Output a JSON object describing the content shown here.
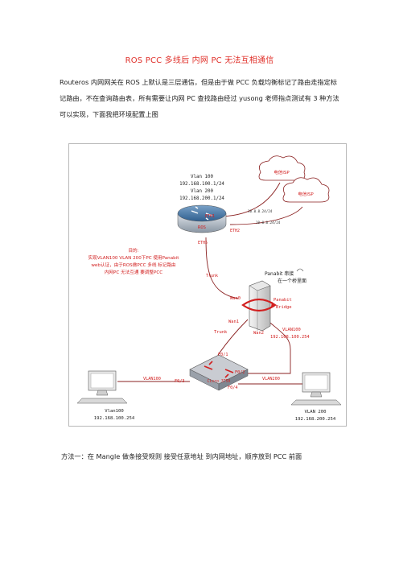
{
  "title": "ROS PCC 多线后 内网 PC 无法互相通信",
  "intro_lines": [
    "Routeros 内网网关在 ROS 上默认是三层通信，但是由于做 PCC 负载均衡标记了路由走指定标",
    "记路由，不在查询路由表，所有需要让内网 PC 查找路由经过 yusong 老师指点测试有 3 种方法",
    "可以实现，下面我把环境配置上图"
  ],
  "diagram": {
    "ros": {
      "vlan_lines": [
        "Vlan 100",
        "192.168.100.1/24",
        "Vlan 200",
        "192.168.200.1/24"
      ],
      "name": "ROS",
      "eth1": "ETH1",
      "eth2": "ETH2",
      "eth5": "ETH5"
    },
    "isp1": {
      "label": "电信ISP",
      "ip": "10.0.0.24/24"
    },
    "isp2": {
      "label": "电信ISP",
      "ip": "10.0.0.24/24"
    },
    "goal_lines": [
      "目的:",
      "实现VLAN100 VLAN 200下PC 使用Panabit",
      "web认证，由于ROS做PCC 多线 标记路由",
      "内网PC 无法互通 要调整PCC"
    ],
    "trunk_top": "Trunk",
    "trunk_bottom": "Trunk",
    "panabit": {
      "note_line1": "Panabit 串接",
      "note_line2": "在一个桥里面",
      "name_line1": "Panabit",
      "name_line2": "Bridge",
      "wan0": "Wan0",
      "wan1": "Wan1",
      "wan2": "Wan2",
      "vlan_label": "VLAN100",
      "vlan_ip": "192.168.100.254"
    },
    "switch": {
      "name": "Cisco 3750",
      "f01": "F0/1",
      "f02": "F0/2",
      "f03": "F0/3",
      "f04": "F0/4",
      "vlan_left": "VLAN100",
      "vlan_right": "VLAN200"
    },
    "pc_left": {
      "line1": "Vlan100",
      "line2": "192.168.100.254"
    },
    "pc_right": {
      "line1": "VLAN 200",
      "line2": "192.168.200.254"
    }
  },
  "method_one": "方法一：在 Mangle 做条接受规则 接受任意地址 到内网地址，顺序放到 PCC 前面",
  "colors": {
    "title": "#e0302a",
    "diagram_red": "#d22020",
    "router_blue": "#2f5f8f"
  }
}
